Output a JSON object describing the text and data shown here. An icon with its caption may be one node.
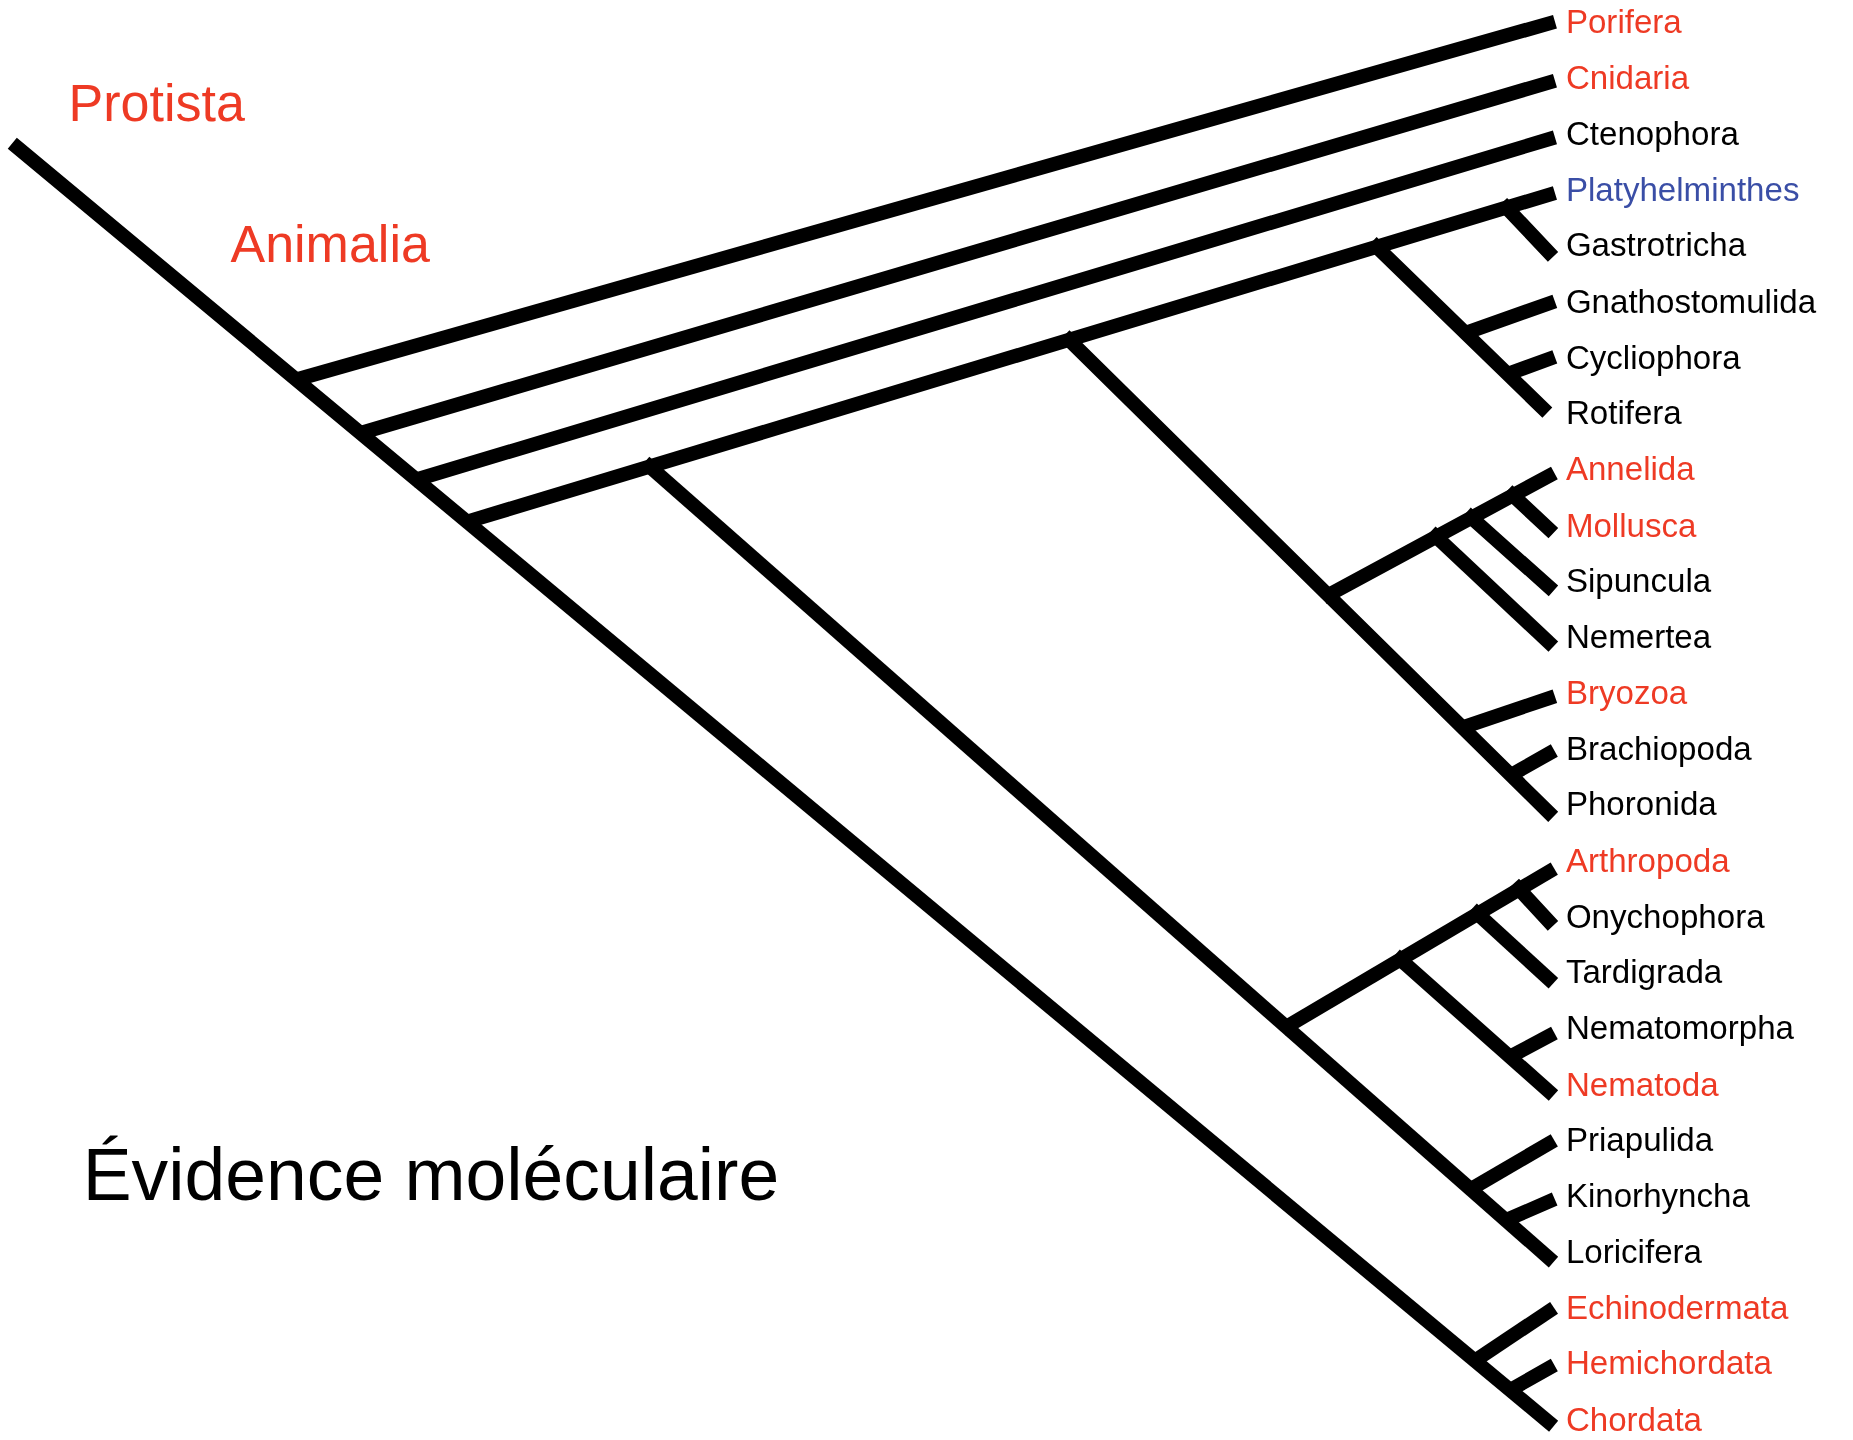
{
  "diagram": {
    "title": "Évidence moléculaire",
    "labels": [
      "Protista",
      "Animalia",
      "Porifera",
      "Cnidaria",
      "Ctenophora",
      "Platyhelminthes",
      "Gastrotricha",
      "Gnathostomulida",
      "Cycliophora",
      "Rotifera",
      "Annelida",
      "Mollusca",
      "Sipuncula",
      "Nemertea",
      "Bryozoa",
      "Brachiopoda",
      "Phoronida",
      "Arthropoda",
      "Onychophora",
      "Tardigrada",
      "Nematomorpha",
      "Nematoda",
      "Priapulida",
      "Kinorhyncha",
      "Loricifera",
      "Echinodermata",
      "Hemichordata",
      "Chordata"
    ]
  }
}
